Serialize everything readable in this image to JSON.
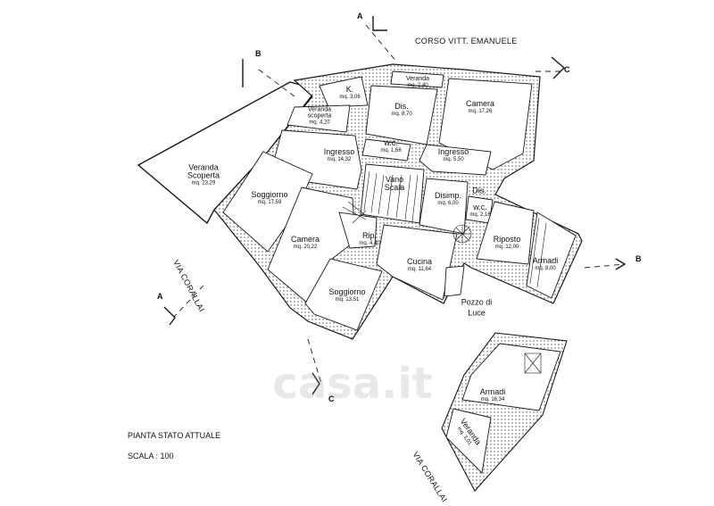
{
  "streets": {
    "top": "CORSO VITT. EMANUELE",
    "left": "VIA CORALLAI",
    "bottom": "VIA CORALLAI"
  },
  "sections": {
    "a": "A",
    "b": "B",
    "c": "C"
  },
  "rooms": {
    "veranda_scoperta_big": {
      "name": "Veranda Scoperta",
      "area": "mq. 23,29"
    },
    "veranda_top": {
      "name": "Veranda",
      "area": "mq. 2,40"
    },
    "k": {
      "name": "K.",
      "area": "mq. 3,06"
    },
    "veranda_scoperta_small": {
      "name": "Veranda scoperta",
      "area": "mq. 4,20"
    },
    "dis_top": {
      "name": "Dis.",
      "area": "mq. 8,70"
    },
    "camera_top": {
      "name": "Camera",
      "area": "mq. 17,26"
    },
    "ingresso_left": {
      "name": "Ingresso",
      "area": "mq. 14,32"
    },
    "wc_top": {
      "name": "w.c.",
      "area": "mq. 1,66"
    },
    "ingresso_right": {
      "name": "Ingresso",
      "area": "mq. 5,50"
    },
    "vano_scala": {
      "name": "Vano Scala",
      "area": ""
    },
    "soggiorno_left": {
      "name": "Soggiorno",
      "area": "mq. 17,59"
    },
    "disimp": {
      "name": "Disimp.",
      "area": "mq. 6,00"
    },
    "dis_small": {
      "name": "Dis.",
      "area": ""
    },
    "wc_right": {
      "name": "w.c.",
      "area": "mq. 2,16"
    },
    "camera_mid": {
      "name": "Camera",
      "area": "mq. 20,22"
    },
    "rip": {
      "name": "Rip.",
      "area": "mq. 4,40"
    },
    "cucina": {
      "name": "Cucina",
      "area": "mq. 11,64"
    },
    "riposto": {
      "name": "Riposto",
      "area": "mq. 12,00"
    },
    "armadi_right": {
      "name": "Armadi",
      "area": "mq. 8,00"
    },
    "soggiorno_bottom": {
      "name": "Soggiorno",
      "area": "mq. 13,51"
    },
    "pozzo": {
      "name": "Pozzo di Luce",
      "area": ""
    },
    "armadi_detail": {
      "name": "Armadi",
      "area": "mq. 16,34"
    },
    "veranda_detail": {
      "name": "Veranda",
      "area": "mq. 3,01"
    }
  },
  "caption": {
    "title": "PIANTA STATO ATTUALE",
    "scale": "SCALA  : 100"
  },
  "watermark": "casa.it",
  "colors": {
    "wall": "#8a8a8a",
    "line": "#1a1a1a",
    "paper": "#ffffff"
  }
}
